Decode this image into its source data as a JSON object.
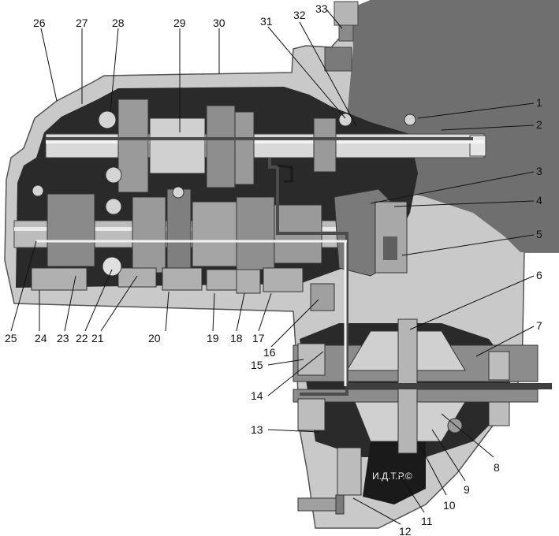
{
  "diagram": {
    "watermark": "И.Д.Т.Р.©",
    "callouts": [
      {
        "id": "1",
        "label": "1"
      },
      {
        "id": "2",
        "label": "2"
      },
      {
        "id": "3",
        "label": "3"
      },
      {
        "id": "4",
        "label": "4"
      },
      {
        "id": "5",
        "label": "5"
      },
      {
        "id": "6",
        "label": "6"
      },
      {
        "id": "7",
        "label": "7"
      },
      {
        "id": "8",
        "label": "8"
      },
      {
        "id": "9",
        "label": "9"
      },
      {
        "id": "10",
        "label": "10"
      },
      {
        "id": "11",
        "label": "11"
      },
      {
        "id": "12",
        "label": "12"
      },
      {
        "id": "13",
        "label": "13"
      },
      {
        "id": "14",
        "label": "14"
      },
      {
        "id": "15",
        "label": "15"
      },
      {
        "id": "16",
        "label": "16"
      },
      {
        "id": "17",
        "label": "17"
      },
      {
        "id": "18",
        "label": "18"
      },
      {
        "id": "19",
        "label": "19"
      },
      {
        "id": "20",
        "label": "20"
      },
      {
        "id": "21",
        "label": "21"
      },
      {
        "id": "22",
        "label": "22"
      },
      {
        "id": "23",
        "label": "23"
      },
      {
        "id": "24",
        "label": "24"
      },
      {
        "id": "25",
        "label": "25"
      },
      {
        "id": "26",
        "label": "26"
      },
      {
        "id": "27",
        "label": "27"
      },
      {
        "id": "28",
        "label": "28"
      },
      {
        "id": "29",
        "label": "29"
      },
      {
        "id": "30",
        "label": "30"
      },
      {
        "id": "31",
        "label": "31"
      },
      {
        "id": "32",
        "label": "32"
      },
      {
        "id": "33",
        "label": "33"
      }
    ]
  },
  "colors": {
    "housing": "#c9c9c9",
    "interior": "#2a2a2a",
    "shaft": "#d9d9d9",
    "gear": "#9a9a9a",
    "highlight": "#5a5a5a"
  }
}
